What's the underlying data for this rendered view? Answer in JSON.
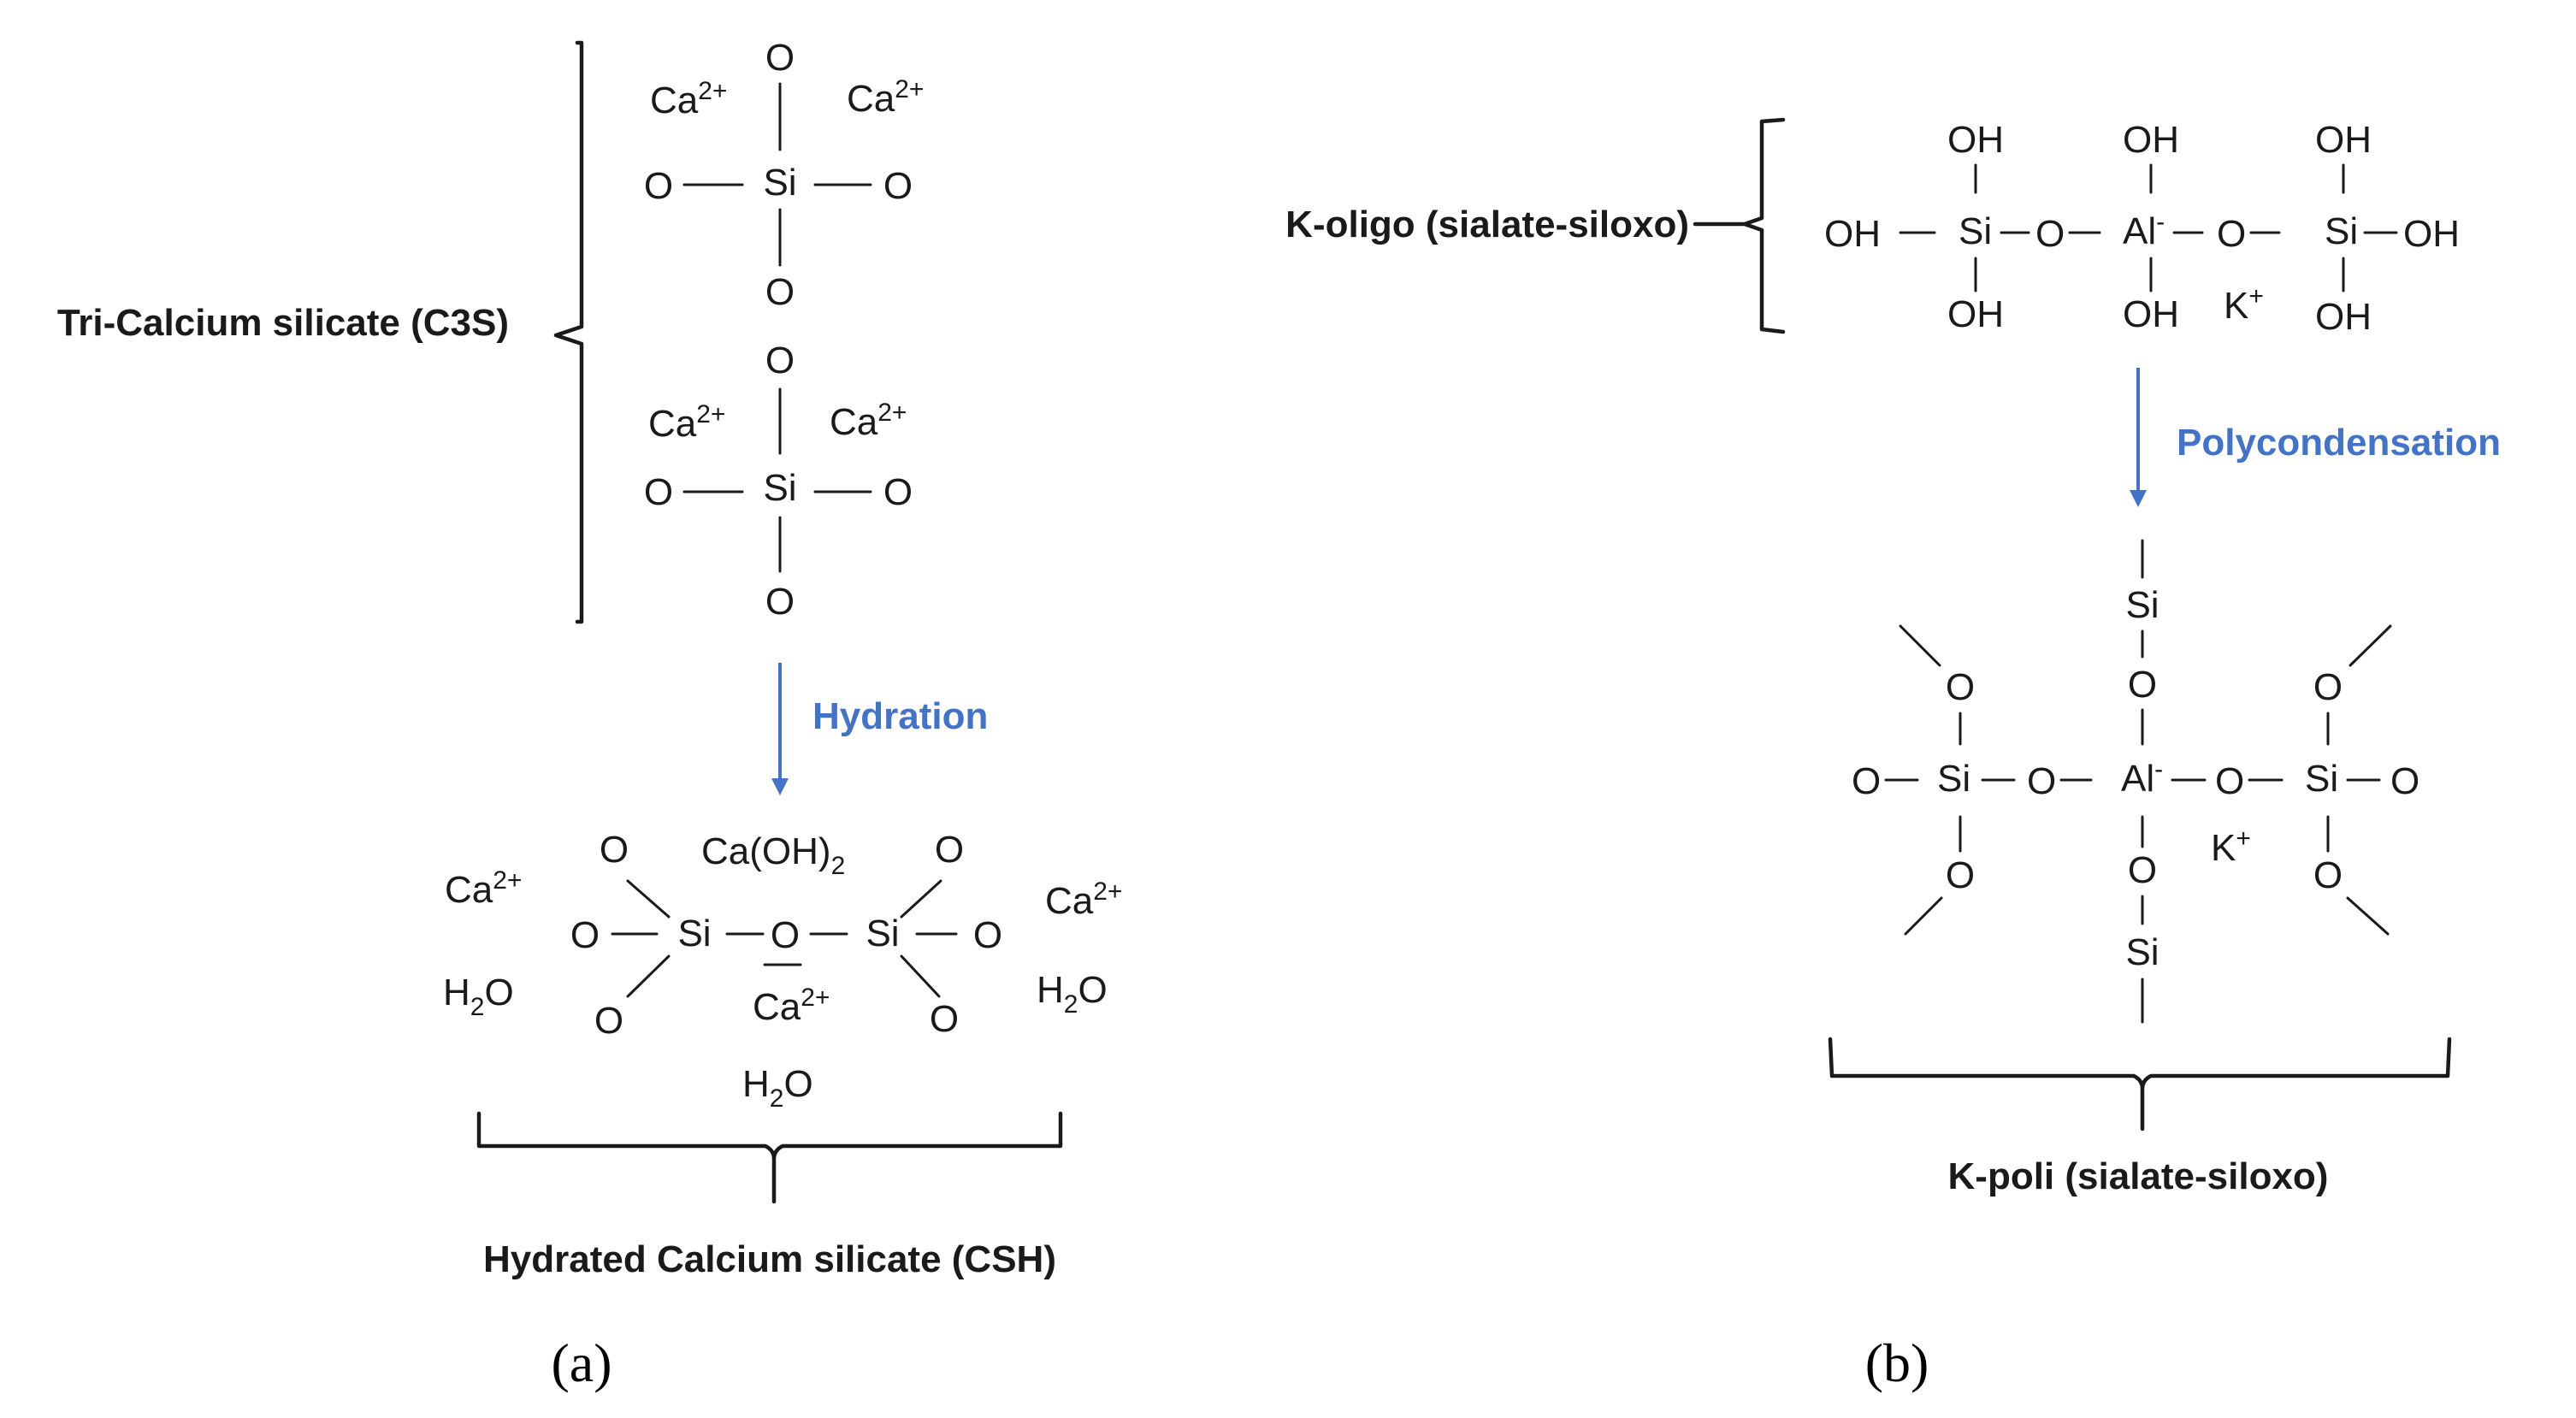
{
  "panel_a": {
    "label": "(a)",
    "reactant_label": "Tri-Calcium silicate (C3S)",
    "process": "Hydration",
    "product_label": "Hydrated Calcium silicate (CSH)",
    "reactant_unit_atoms": {
      "oxygen": "O",
      "silicon": "Si",
      "calcium_ion": "Ca2+"
    },
    "product_species": {
      "calcium_hydroxide": "Ca(OH)2",
      "water": "H2O",
      "calcium_ion": "Ca2+",
      "oxygen": "O",
      "silicon": "Si"
    }
  },
  "panel_b": {
    "label": "(b)",
    "reactant_label": "K-oligo (sialate-siloxo)",
    "process": "Polycondensation",
    "product_label": "K-poli (sialate-siloxo)",
    "atoms": {
      "hydroxyl": "OH",
      "oxygen": "O",
      "silicon": "Si",
      "aluminum": "Al-",
      "potassium_ion": "K+"
    }
  }
}
